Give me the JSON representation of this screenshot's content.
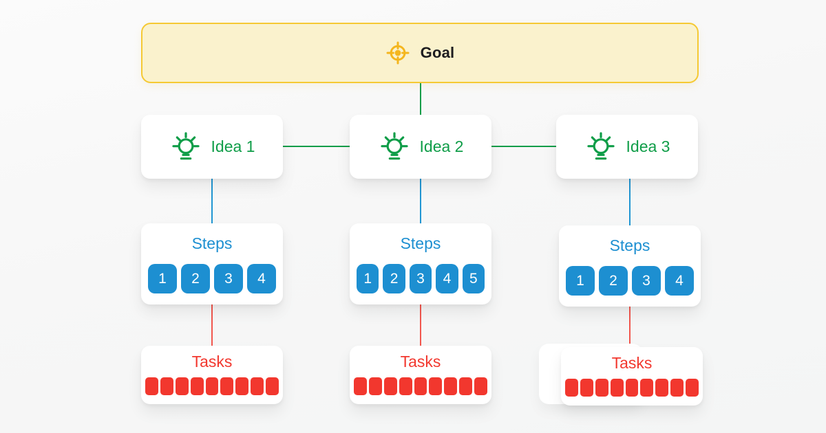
{
  "background": "#f7f7f7",
  "colors": {
    "green": "#0f9d48",
    "blue": "#1d8fd1",
    "blue_line": "#2196d3",
    "red": "#f2372e",
    "red_line": "#f2574e",
    "goal_fill": "#faf2cd",
    "goal_border": "#f5c933",
    "goal_icon": "#f4b61e",
    "goal_text": "#1d1d1f",
    "card": "#ffffff"
  },
  "goal": {
    "label": "Goal",
    "icon": "target-icon"
  },
  "columns": [
    {
      "idea": {
        "label": "Idea 1",
        "icon": "lightbulb-icon"
      },
      "steps": {
        "title": "Steps",
        "items": [
          "1",
          "2",
          "3",
          "4"
        ]
      },
      "tasks": {
        "title": "Tasks",
        "count": 9
      }
    },
    {
      "idea": {
        "label": "Idea 2",
        "icon": "lightbulb-icon"
      },
      "steps": {
        "title": "Steps",
        "items": [
          "1",
          "2",
          "3",
          "4",
          "5"
        ]
      },
      "tasks": {
        "title": "Tasks",
        "count": 9
      }
    },
    {
      "idea": {
        "label": "Idea 3",
        "icon": "lightbulb-icon"
      },
      "steps": {
        "title": "Steps",
        "items": [
          "1",
          "2",
          "3",
          "4"
        ]
      },
      "tasks": {
        "title": "Tasks",
        "count": 9
      }
    }
  ]
}
